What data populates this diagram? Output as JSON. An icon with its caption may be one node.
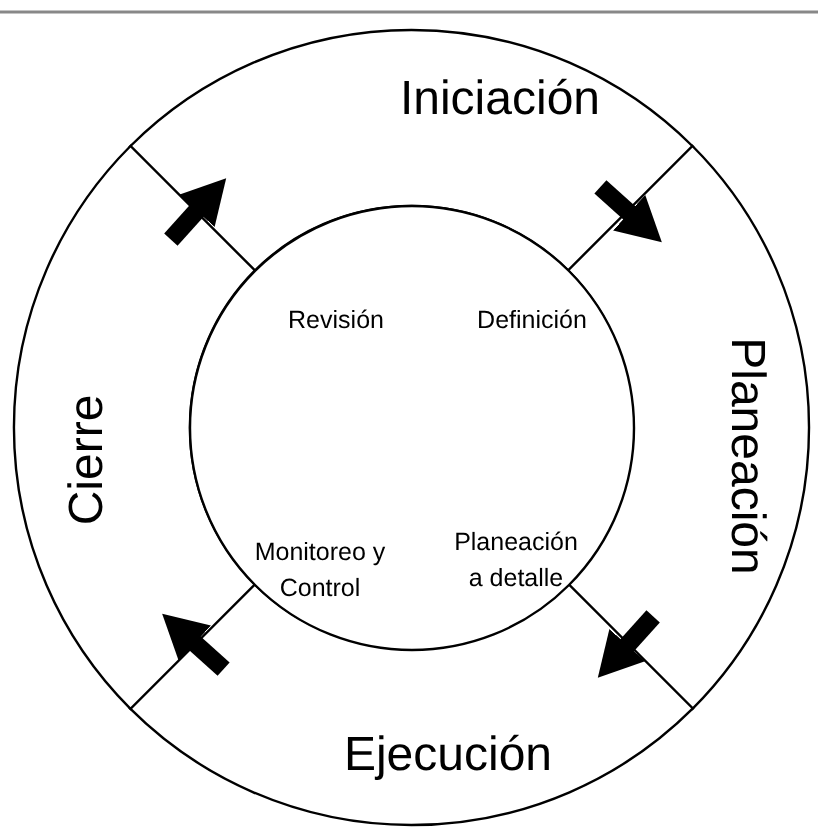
{
  "diagram": {
    "nodes": [
      {
        "text": [
          "Iniciación"
        ]
      },
      {
        "text": [
          "Planeación"
        ]
      },
      {
        "text": [
          "Ejecución"
        ]
      },
      {
        "text": [
          "Cierre"
        ]
      },
      {
        "text": [
          "Revisión",
          "Definición",
          "Monitoreo y Control",
          "Planeación a detalle"
        ]
      }
    ],
    "edges": [
      {
        "from": 3,
        "to": 0,
        "arrow": "to"
      },
      {
        "from": 0,
        "to": 1,
        "arrow": "to"
      },
      {
        "from": 1,
        "to": 2,
        "arrow": "to"
      },
      {
        "from": 2,
        "to": 3,
        "arrow": "to"
      }
    ]
  }
}
